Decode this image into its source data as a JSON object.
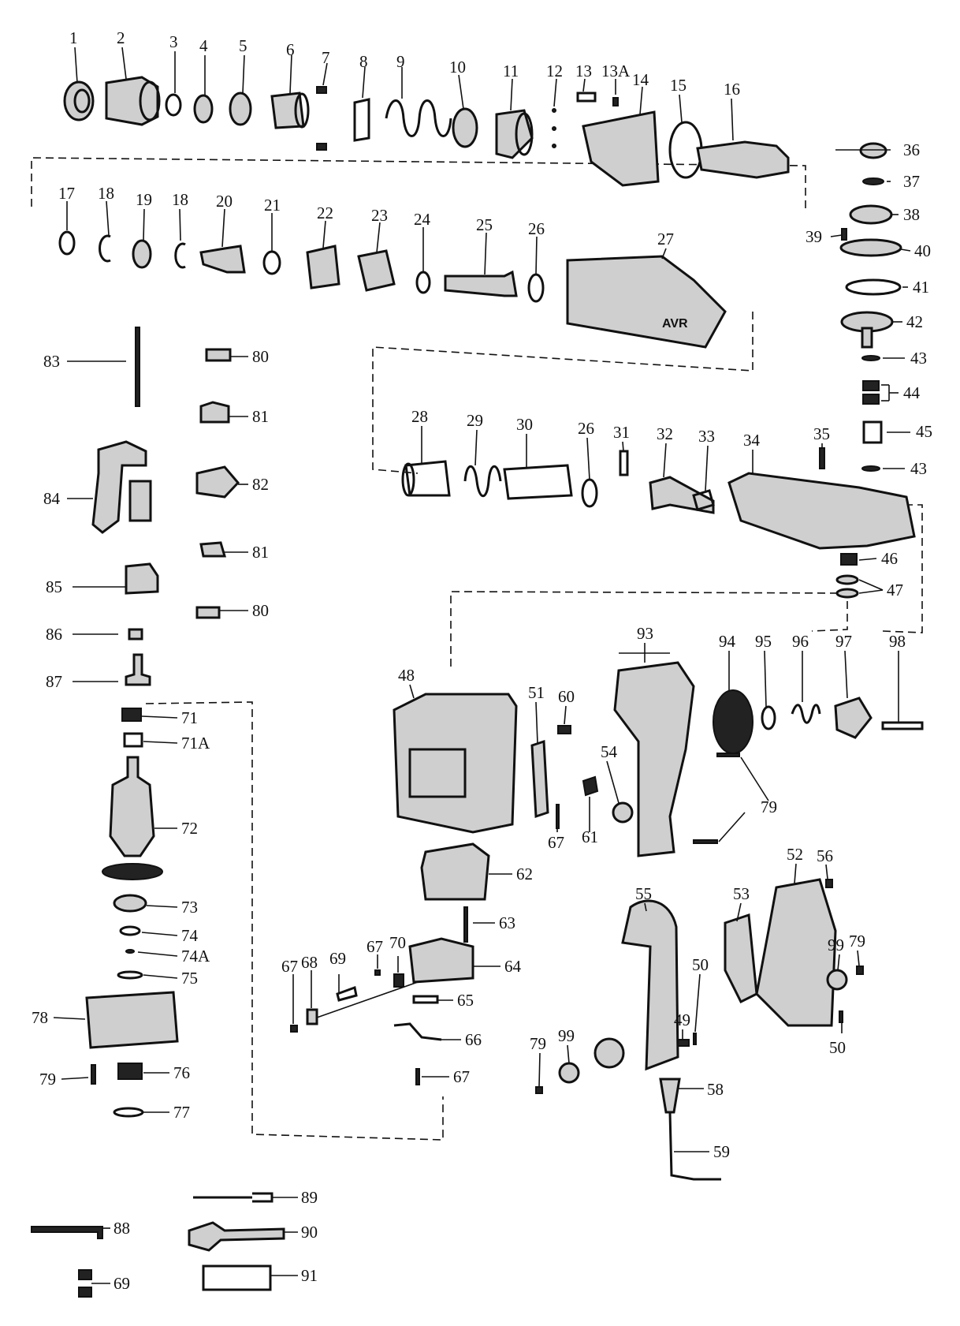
{
  "brand_text": "AVR",
  "labels": {
    "p1": "1",
    "p2": "2",
    "p3": "3",
    "p4": "4",
    "p5": "5",
    "p6": "6",
    "p7": "7",
    "p8": "8",
    "p9": "9",
    "p10": "10",
    "p11": "11",
    "p12": "12",
    "p13": "13",
    "p13a": "13A",
    "p14": "14",
    "p15": "15",
    "p16": "16",
    "p17": "17",
    "p18a": "18",
    "p19": "19",
    "p18b": "18",
    "p20": "20",
    "p21": "21",
    "p22": "22",
    "p23": "23",
    "p24": "24",
    "p25": "25",
    "p26a": "26",
    "p27": "27",
    "p28": "28",
    "p29": "29",
    "p30": "30",
    "p26b": "26",
    "p31": "31",
    "p32": "32",
    "p33": "33",
    "p34": "34",
    "p35": "35",
    "p36": "36",
    "p37": "37",
    "p38": "38",
    "p39": "39",
    "p40": "40",
    "p41": "41",
    "p42": "42",
    "p43a": "43",
    "p44": "44",
    "p45": "45",
    "p43b": "43",
    "p46": "46",
    "p47": "47",
    "p83": "83",
    "p80a": "80",
    "p81a": "81",
    "p84": "84",
    "p82": "82",
    "p81b": "81",
    "p85": "85",
    "p80b": "80",
    "p86": "86",
    "p87": "87",
    "p71": "71",
    "p71a": "71A",
    "p72": "72",
    "p73": "73",
    "p74": "74",
    "p74a": "74A",
    "p75": "75",
    "p78": "78",
    "p79a": "79",
    "p76": "76",
    "p77": "77",
    "p48": "48",
    "p51": "51",
    "p60": "60",
    "p54": "54",
    "p67a": "67",
    "p61": "61",
    "p93": "93",
    "p94": "94",
    "p95": "95",
    "p96": "96",
    "p97": "97",
    "p98": "98",
    "p79b": "79",
    "p62": "62",
    "p63": "63",
    "p67b": "67",
    "p68": "68",
    "p69a": "69",
    "p67c": "67",
    "p70": "70",
    "p64": "64",
    "p65": "65",
    "p66": "66",
    "p67d": "67",
    "p55": "55",
    "p53": "53",
    "p52": "52",
    "p56": "56",
    "p50a": "50",
    "p99a": "99",
    "p79c": "79",
    "p49": "49",
    "p50b": "50",
    "p79d": "79",
    "p99b": "99",
    "p58": "58",
    "p59": "59",
    "p88": "88",
    "p89": "89",
    "p90": "90",
    "p91": "91",
    "p69b": "69"
  }
}
